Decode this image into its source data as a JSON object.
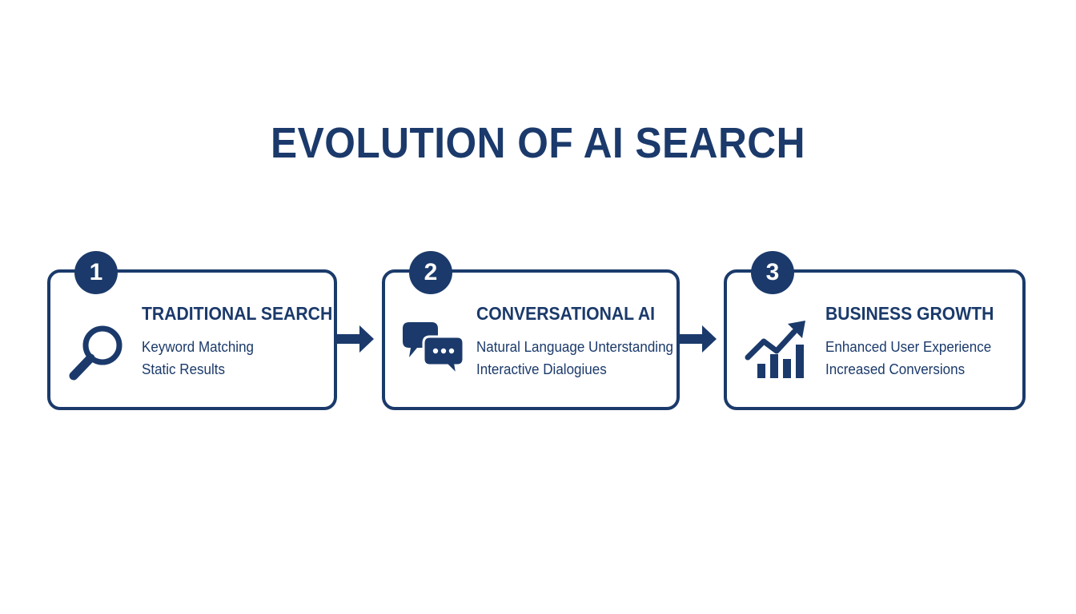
{
  "title": "EVOLUTION OF AI SEARCH",
  "steps": [
    {
      "number": "1",
      "icon": "magnifier-icon",
      "title": "TRADITIONAL SEARCH",
      "lines": [
        "Keyword Matching",
        "Static Results"
      ]
    },
    {
      "number": "2",
      "icon": "chat-bubbles-icon",
      "title": "CONVERSATIONAL AI",
      "lines": [
        "Natural Language Unterstanding",
        "Interactive Dialogiues"
      ]
    },
    {
      "number": "3",
      "icon": "growth-chart-icon",
      "title": "BUSINESS GROWTH",
      "lines": [
        "Enhanced User Experience",
        "Increased Conversions"
      ]
    }
  ],
  "colors": {
    "primary": "#1b3a6b",
    "background": "#ffffff"
  }
}
